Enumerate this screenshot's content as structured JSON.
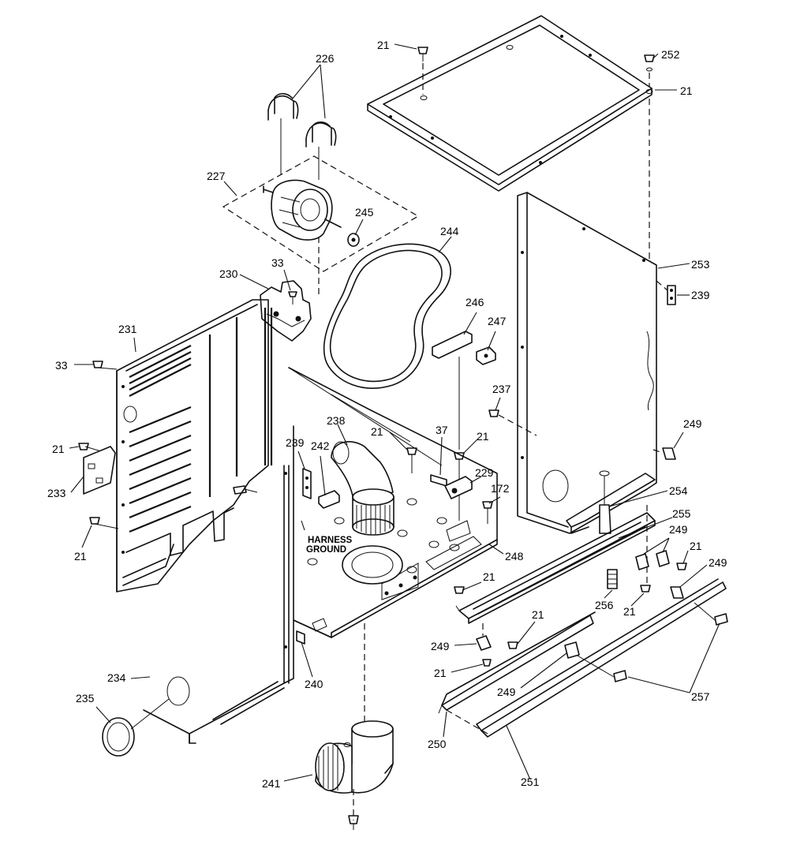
{
  "callouts": {
    "c226": "226",
    "c227": "227",
    "c245": "245",
    "c244": "244",
    "c230": "230",
    "c33a": "33",
    "c33b": "33",
    "c231": "231",
    "c21_top": "21",
    "c252": "252",
    "c21_tr": "21",
    "c253": "253",
    "c239_r": "239",
    "c246": "246",
    "c247": "247",
    "c237": "237",
    "c249_r": "249",
    "c238": "238",
    "c239_m": "239",
    "c242": "242",
    "c21_m": "21",
    "c37": "37",
    "c21_m2": "21",
    "c229": "229",
    "c172": "172",
    "c254": "254",
    "c255": "255",
    "c249_r2": "249",
    "c21_r2": "21",
    "c249_r3": "249",
    "c248": "248",
    "c21_l1": "21",
    "c233": "233",
    "c21_l2": "21",
    "c21_b1": "21",
    "c256": "256",
    "c21_b2": "21",
    "c21_b3": "21",
    "c249_b1": "249",
    "c21_b4": "21",
    "c249_b2": "249",
    "c257": "257",
    "c250": "250",
    "c251": "251",
    "c240": "240",
    "c234": "234",
    "c235": "235",
    "c241": "241"
  },
  "notes": {
    "harness": "HARNESS",
    "ground": "GROUND"
  }
}
